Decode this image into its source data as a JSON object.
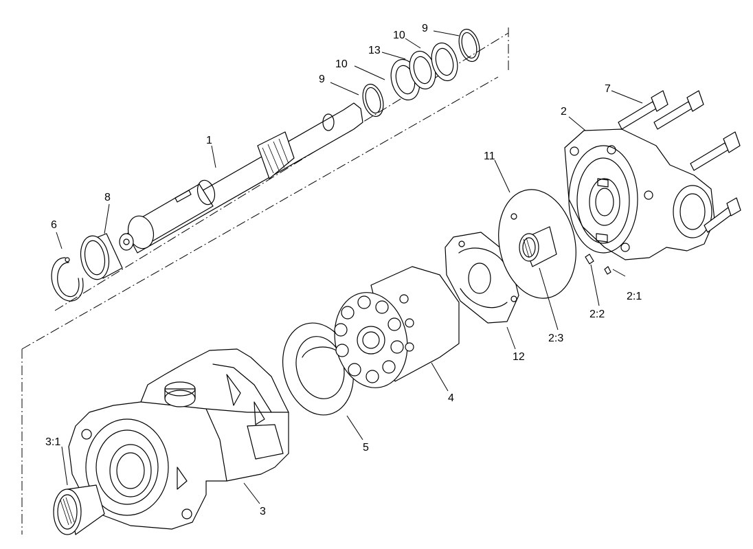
{
  "labels": {
    "l1": "1",
    "l2": "2",
    "l2_1": "2:1",
    "l2_2": "2:2",
    "l2_3": "2:3",
    "l3": "3",
    "l3_1": "3:1",
    "l4": "4",
    "l5": "5",
    "l6": "6",
    "l7": "7",
    "l8": "8",
    "l9a": "9",
    "l9b": "9",
    "l10a": "10",
    "l10b": "10",
    "l11": "11",
    "l12": "12",
    "l13": "13"
  }
}
